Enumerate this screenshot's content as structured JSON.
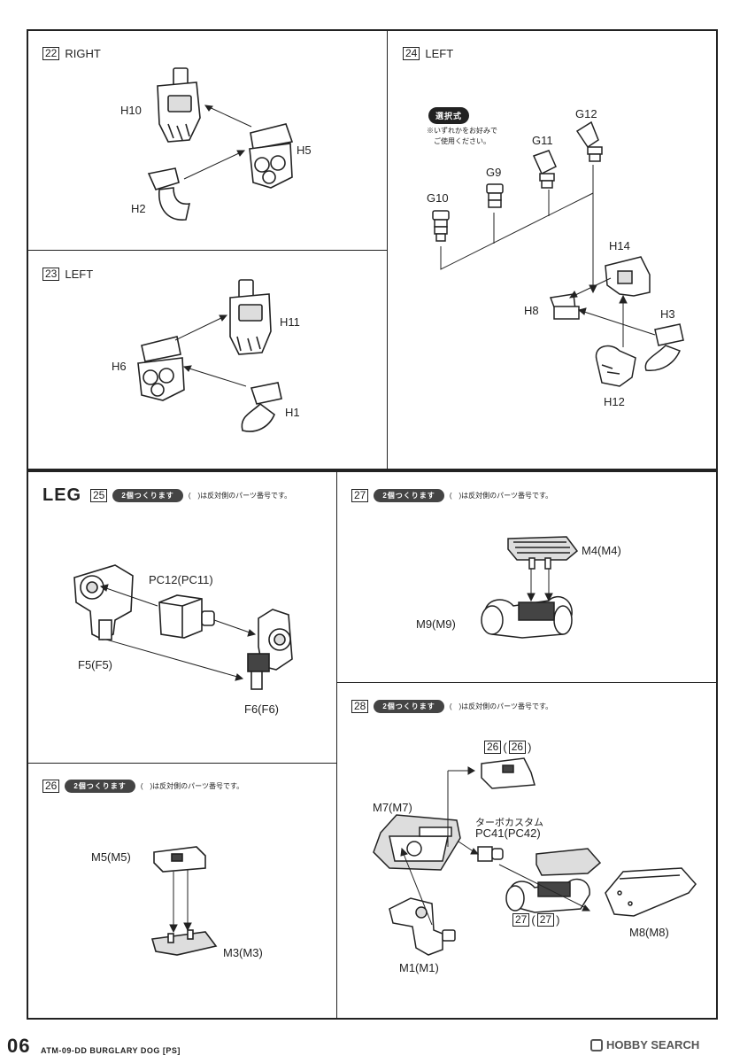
{
  "step22": {
    "num": "22",
    "title": "RIGHT",
    "parts": {
      "h10": "H10",
      "h5": "H5",
      "h2": "H2"
    }
  },
  "step23": {
    "num": "23",
    "title": "LEFT",
    "parts": {
      "h11": "H11",
      "h6": "H6",
      "h1": "H1"
    }
  },
  "step24": {
    "num": "24",
    "title": "LEFT",
    "option_badge": "選択式",
    "option_note_1": "※いずれかをお好みで",
    "option_note_2": "ご使用ください。",
    "parts": {
      "g12": "G12",
      "g11": "G11",
      "g9": "G9",
      "g10": "G10",
      "h14": "H14",
      "h8": "H8",
      "h3": "H3",
      "h12": "H12"
    }
  },
  "leg": {
    "label": "LEG"
  },
  "step25": {
    "num": "25",
    "badge": "2個つくります",
    "note": "(　)は反対側のパーツ番号です。",
    "parts": {
      "pc12": "PC12(PC11)",
      "f5": "F5(F5)",
      "f6": "F6(F6)"
    }
  },
  "step26": {
    "num": "26",
    "badge": "2個つくります",
    "note": "(　)は反対側のパーツ番号です。",
    "parts": {
      "m5": "M5(M5)",
      "m3": "M3(M3)"
    }
  },
  "step27": {
    "num": "27",
    "badge": "2個つくります",
    "note": "(　)は反対側のパーツ番号です。",
    "parts": {
      "m4": "M4(M4)",
      "m9": "M9(M9)"
    }
  },
  "step28": {
    "num": "28",
    "badge": "2個つくります",
    "note": "(　)は反対側のパーツ番号です。",
    "ref26_a": "26",
    "ref26_b": "26",
    "ref27_a": "27",
    "ref27_b": "27",
    "parts": {
      "m7": "M7(M7)",
      "turbo": "ターボカスタム",
      "pc41": "PC41(PC42)",
      "m1": "M1(M1)",
      "m8": "M8(M8)"
    }
  },
  "footer": {
    "page": "06",
    "title": "ATM-09-DD BURGLARY DOG [PS]",
    "brand": "HOBBY SEARCH"
  }
}
